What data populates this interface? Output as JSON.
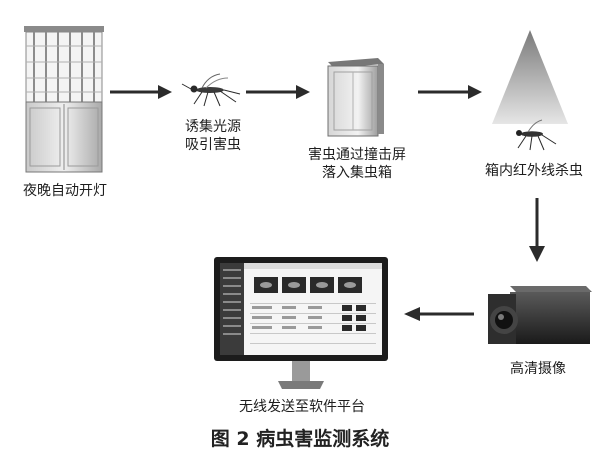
{
  "steps": {
    "lamp": {
      "label": "夜晚自动开灯"
    },
    "attract": {
      "label_line1": "诱集光源",
      "label_line2": "吸引害虫"
    },
    "collect": {
      "label_line1": "害虫通过撞击屏",
      "label_line2": "落入集虫箱"
    },
    "kill": {
      "label": "箱内红外线杀虫"
    },
    "camera": {
      "label": "高清摄像"
    },
    "platform": {
      "label": "无线发送至软件平台"
    }
  },
  "caption": {
    "text": "图 2   病虫害监测系统"
  },
  "colors": {
    "arrow": "#2b2b2b",
    "device": "#9a9a9a",
    "background": "#ffffff"
  }
}
